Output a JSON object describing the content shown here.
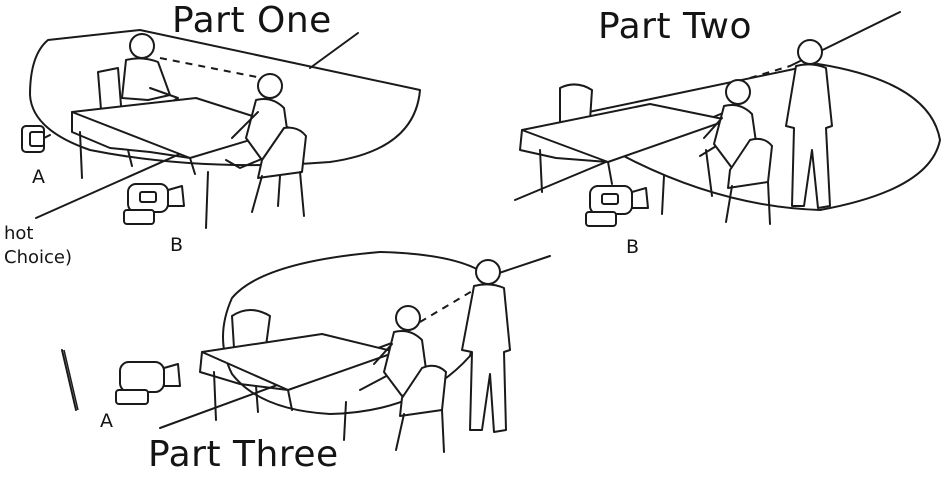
{
  "panels": {
    "part_one": {
      "title": "Part One",
      "camera_a": "A",
      "camera_b": "B",
      "note_line1": "hot",
      "note_line2": "Choice)"
    },
    "part_two": {
      "title": "Part Two",
      "camera_b": "B"
    },
    "part_three": {
      "title": "Part Three",
      "camera_a": "A"
    }
  },
  "colors": {
    "ink": "#1a1a1a",
    "paper": "#ffffff"
  },
  "icons": [
    "video-camera-icon",
    "seated-person-icon",
    "standing-person-icon",
    "chair-icon",
    "table-icon"
  ]
}
